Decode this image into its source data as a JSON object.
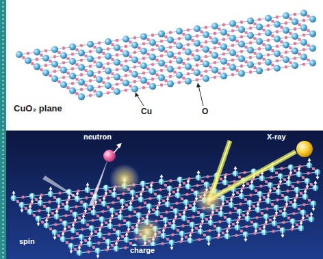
{
  "diagram": {
    "labels": [
      "CuO₂ plane",
      "Cu",
      "O",
      "neutron",
      "X-ray",
      "spin",
      "charge"
    ]
  }
}
